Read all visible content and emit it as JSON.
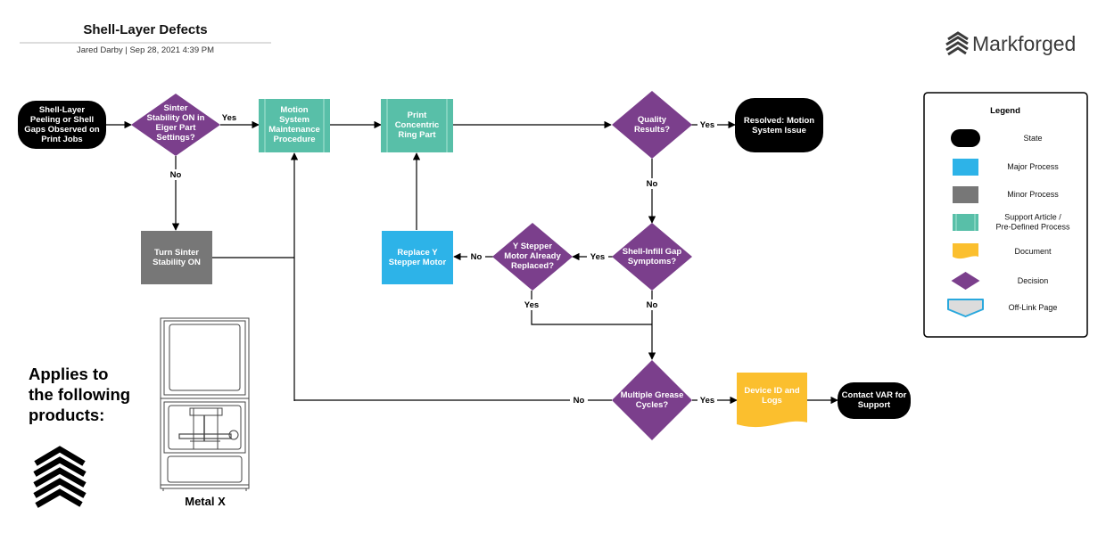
{
  "header": {
    "title": "Shell-Layer Defects",
    "author": "Jared Darby",
    "date": "Sep 28, 2021 4:39 PM",
    "logo_text": "Markforged"
  },
  "colors": {
    "state": "#000000",
    "major": "#2db3e8",
    "minor": "#777777",
    "support": "#58bfa8",
    "support_stripe": "#8fd9c6",
    "document": "#fbbf2e",
    "decision": "#7b3f8c",
    "offlink": "#dcdcdc",
    "offlink_border": "#2aa8dd",
    "line": "#000000"
  },
  "nodes": {
    "start": [
      "Shell-Layer",
      "Peeling or Shell",
      "Gaps Observed on",
      "Print Jobs"
    ],
    "sinter_decision": [
      "Sinter",
      "Stability ON in",
      "Eiger Part",
      "Settings?"
    ],
    "motion_proc": [
      "Motion",
      "System",
      "Maintenance",
      "Procedure"
    ],
    "print_ring": [
      "Print",
      "Concentric",
      "Ring Part"
    ],
    "quality": [
      "Quality",
      "Results?"
    ],
    "resolved": [
      "Resolved: Motion",
      "System Issue"
    ],
    "turn_sinter": [
      "Turn Sinter",
      "Stability ON"
    ],
    "replace_y": [
      "Replace Y",
      "Stepper Motor"
    ],
    "y_stepper": [
      "Y Stepper",
      "Motor Already",
      "Replaced?"
    ],
    "shell_infill": [
      "Shell-Infill Gap",
      "Symptoms?"
    ],
    "grease": [
      "Multiple Grease",
      "Cycles?"
    ],
    "device_id": [
      "Device ID and",
      "Logs"
    ],
    "contact_var": [
      "Contact VAR for",
      "Support"
    ]
  },
  "edge_labels": {
    "sinter_yes": "Yes",
    "sinter_no": "No",
    "quality_yes": "Yes",
    "quality_no": "No",
    "shell_yes": "Yes",
    "shell_no": "No",
    "ystep_no": "No",
    "ystep_yes": "Yes",
    "grease_no": "No",
    "grease_yes": "Yes"
  },
  "legend": {
    "title": "Legend",
    "items": [
      {
        "kind": "state",
        "label": [
          "State"
        ]
      },
      {
        "kind": "major",
        "label": [
          "Major Process"
        ]
      },
      {
        "kind": "minor",
        "label": [
          "Minor Process"
        ]
      },
      {
        "kind": "support",
        "label": [
          "Support Article /",
          "Pre-Defined Process"
        ]
      },
      {
        "kind": "document",
        "label": [
          "Document"
        ]
      },
      {
        "kind": "decision",
        "label": [
          "Decision"
        ]
      },
      {
        "kind": "offlink",
        "label": [
          "Off-Link Page"
        ]
      }
    ]
  },
  "applies": {
    "lines": [
      "Applies to",
      "the following",
      "products:"
    ],
    "product_name": "Metal X"
  }
}
